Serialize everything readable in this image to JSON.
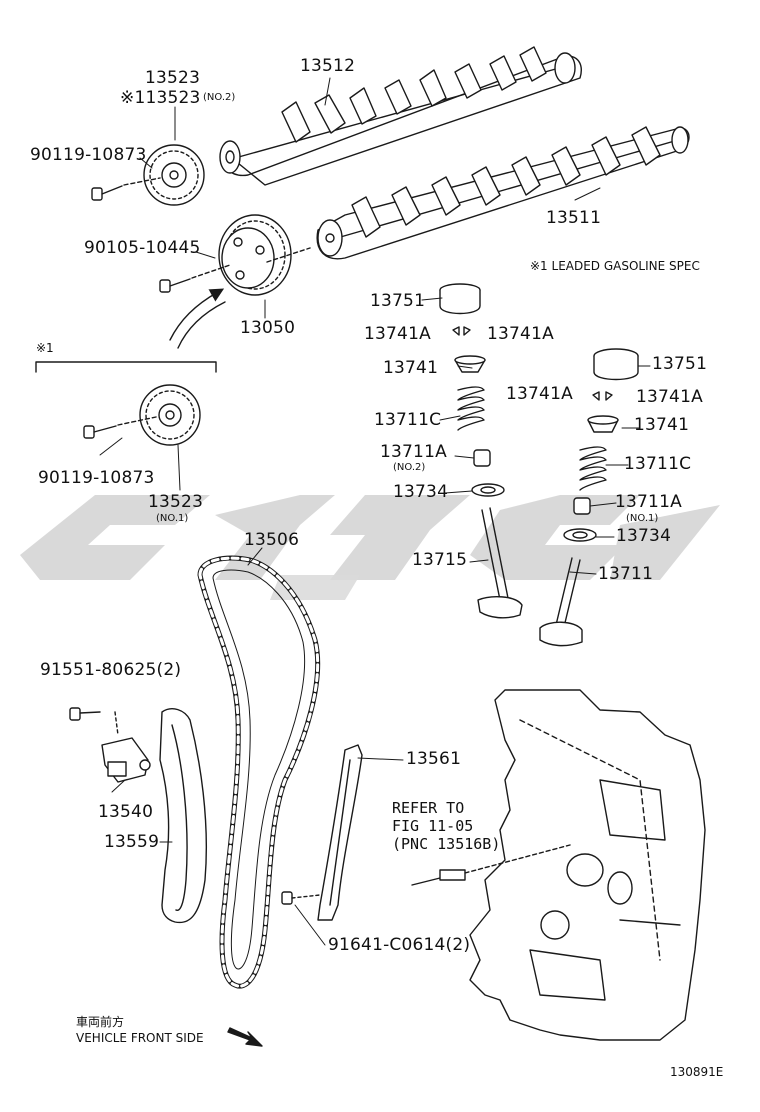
{
  "diagram": {
    "note_leaded": "※1 LEADED GASOLINE SPEC",
    "bracket_mark": "※1",
    "labels": {
      "p13523": "13523",
      "p13523_alt": "※113523",
      "p13523_alt_sub": "(NO.2)",
      "p13512": "13512",
      "p90119_top": "90119-10873",
      "p90105": "90105-10445",
      "p13050": "13050",
      "p13511": "13511",
      "p90119_bottom": "90119-10873",
      "p13523_no1": "13523",
      "p13523_no1_sub": "(NO.1)",
      "p13751_l": "13751",
      "p13741A_l_left": "13741A",
      "p13741A_l_right": "13741A",
      "p13741_l": "13741",
      "p13711C_l": "13711C",
      "p13711A_l": "13711A",
      "p13711A_l_sub": "(NO.2)",
      "p13734_l": "13734",
      "p13715": "13715",
      "p13751_r": "13751",
      "p13741A_r_left": "13741A",
      "p13741A_r_right": "13741A",
      "p13741_r": "13741",
      "p13711C_r": "13711C",
      "p13711A_r": "13711A",
      "p13711A_r_sub": "(NO.1)",
      "p13734_r": "13734",
      "p13711": "13711",
      "p13506": "13506",
      "p91551": "91551-80625(2)",
      "p13540": "13540",
      "p13559": "13559",
      "p13561": "13561",
      "p91641": "91641-C0614(2)"
    },
    "refer": {
      "line1": "REFER TO",
      "line2": "FIG 11-05",
      "line3": "(PNC 13516B)"
    },
    "vehicle_front_jp": "車両前方",
    "vehicle_front_en": "VEHICLE FRONT SIDE",
    "figure_id": "130891E",
    "colors": {
      "line": "#1a1a1a",
      "watermark": "#d8d8d8"
    }
  }
}
